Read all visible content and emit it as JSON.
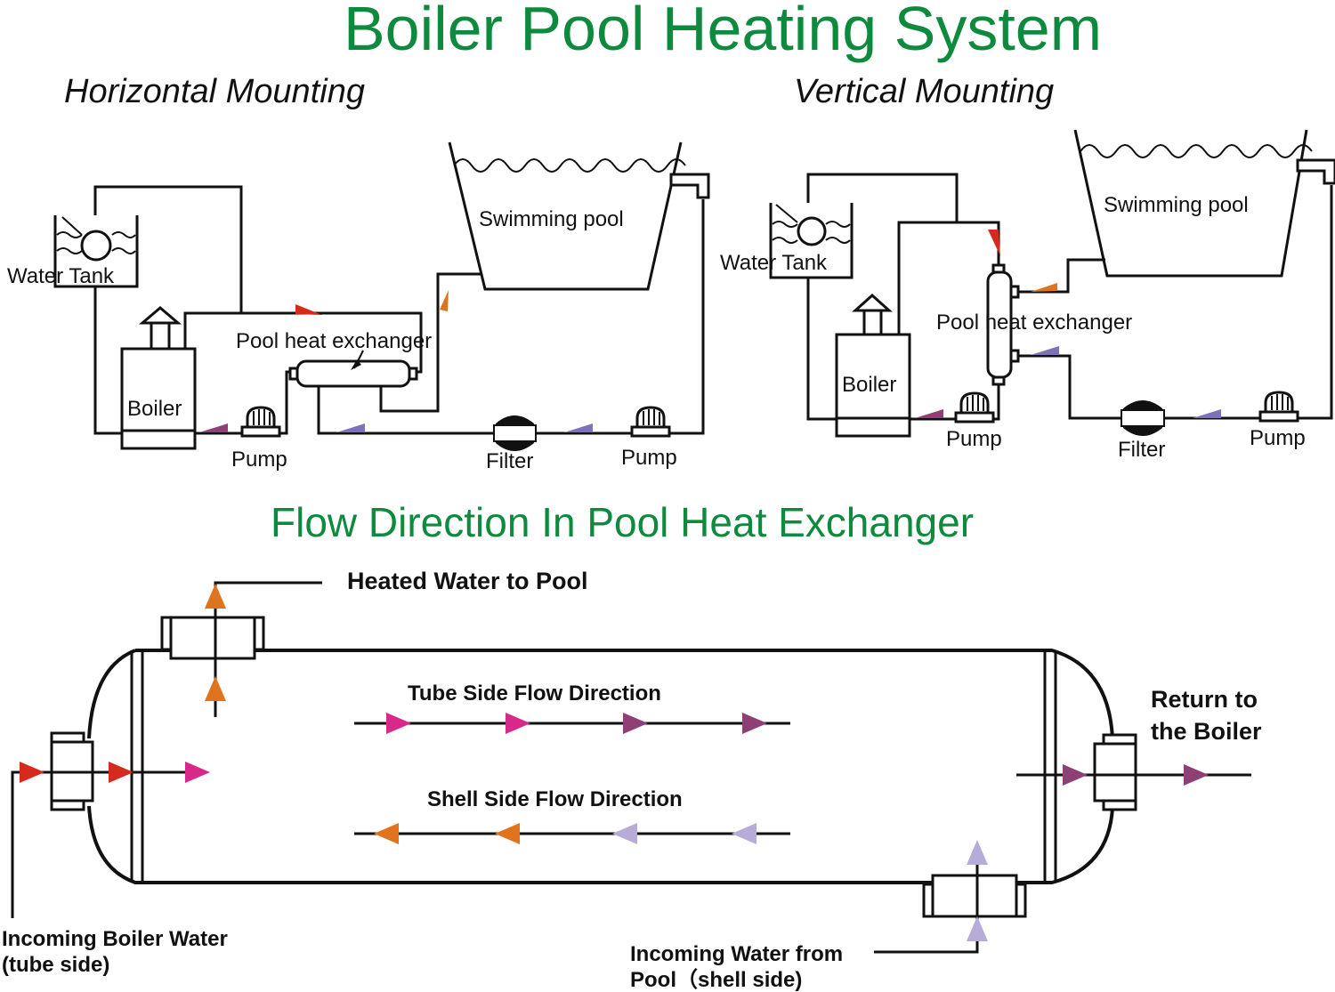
{
  "title": "Boiler Pool Heating System",
  "horizontal": {
    "heading": "Horizontal Mounting",
    "water_tank": "Water Tank",
    "boiler": "Boiler",
    "pump_left": "Pump",
    "heat_exchanger": "Pool heat exchanger",
    "swimming_pool": "Swimming pool",
    "filter": "Filter",
    "pump_right": "Pump"
  },
  "vertical": {
    "heading": "Vertical Mounting",
    "water_tank": "Water Tank",
    "boiler": "Boiler",
    "pump_left": "Pump",
    "heat_exchanger": "Pool heat exchanger",
    "swimming_pool": "Swimming pool",
    "filter": "Filter",
    "pump_right": "Pump"
  },
  "flow": {
    "heading": "Flow Direction  In Pool Heat Exchanger",
    "heated_water": "Heated Water to Pool",
    "tube_side": "Tube Side  Flow  Direction",
    "shell_side": "Shell Side Flow Direction",
    "return_line1": "Return to",
    "return_line2": "the  Boiler",
    "incoming_boiler_line1": "Incoming Boiler Water",
    "incoming_boiler_line2": "(tube side)",
    "incoming_pool_line1": "Incoming Water from",
    "incoming_pool_line2": "Pool（shell side)"
  },
  "colors": {
    "title_green": "#0e8a3e",
    "hot_red": "#d62a1e",
    "pink": "#d8288a",
    "purple": "#8e3f74",
    "orange": "#e0741e",
    "lavender": "#b7acd8",
    "blue_violet": "#7b72b8"
  }
}
